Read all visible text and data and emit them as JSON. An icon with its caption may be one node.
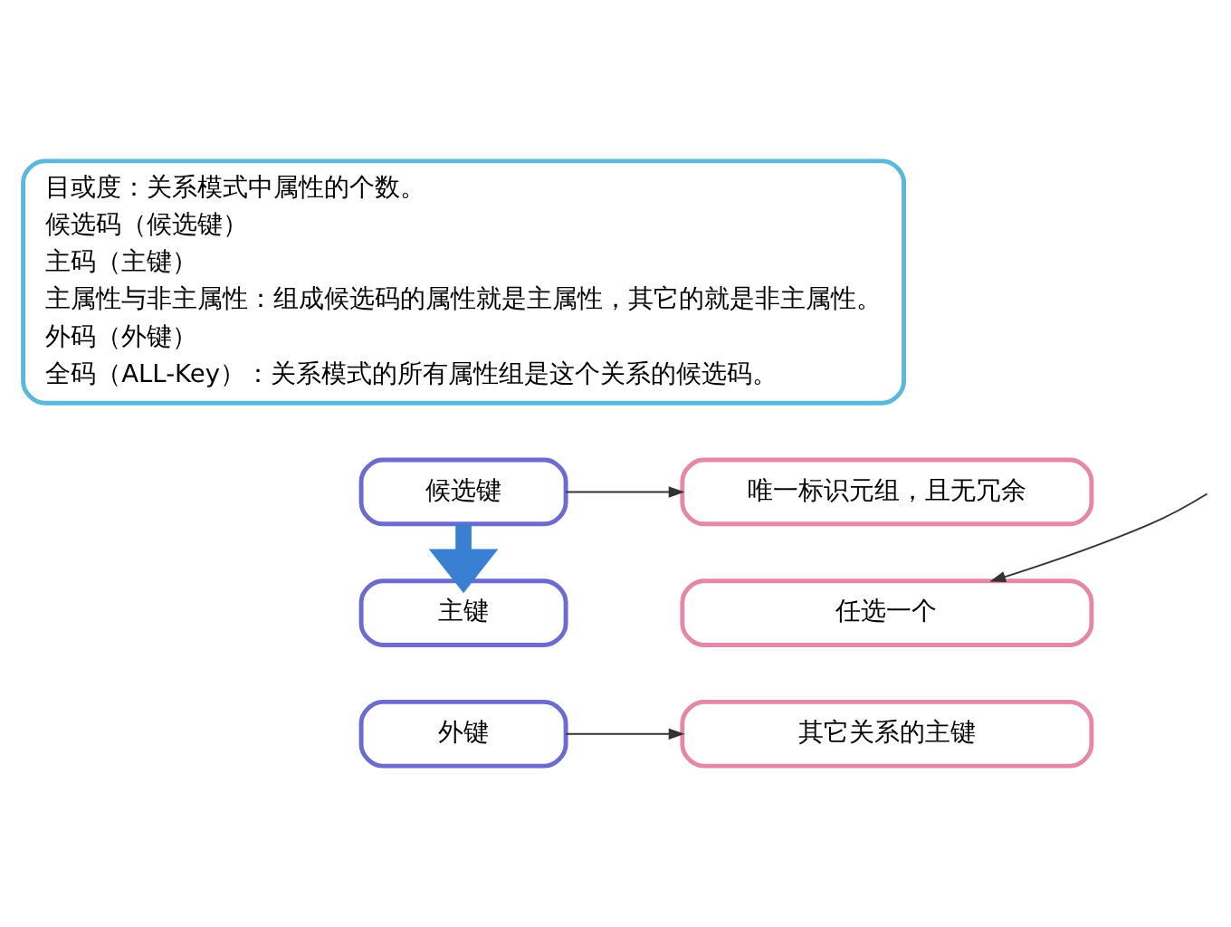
{
  "diagram": {
    "nodes": [
      {
        "text": [
          "目或度：关系模式中属性的个数。",
          "候选码（候选键）",
          "主码（主键）",
          "主属性与非主属性：组成候选码的属性就是主属性，其它的就是非主属性。",
          "外码（外键）",
          "全码（ALL-Key）：关系模式的所有属性组是这个关系的候选码。"
        ]
      },
      {
        "text": [
          "候选键"
        ]
      },
      {
        "text": [
          "唯一标识元组，且无冗余"
        ]
      },
      {
        "text": [
          "主键"
        ]
      },
      {
        "text": [
          "任选一个"
        ]
      },
      {
        "text": [
          "外键"
        ]
      },
      {
        "text": [
          "其它关系的主键"
        ]
      }
    ],
    "edges": [
      {
        "from": 1,
        "to": 2,
        "arrow": "to"
      },
      {
        "from": 1,
        "to": 3,
        "arrow": "to",
        "style": "thick",
        "color": "#3a80d2"
      },
      {
        "from": null,
        "to": 4,
        "arrow": "to"
      },
      {
        "from": 5,
        "to": 6,
        "arrow": "to"
      }
    ]
  }
}
